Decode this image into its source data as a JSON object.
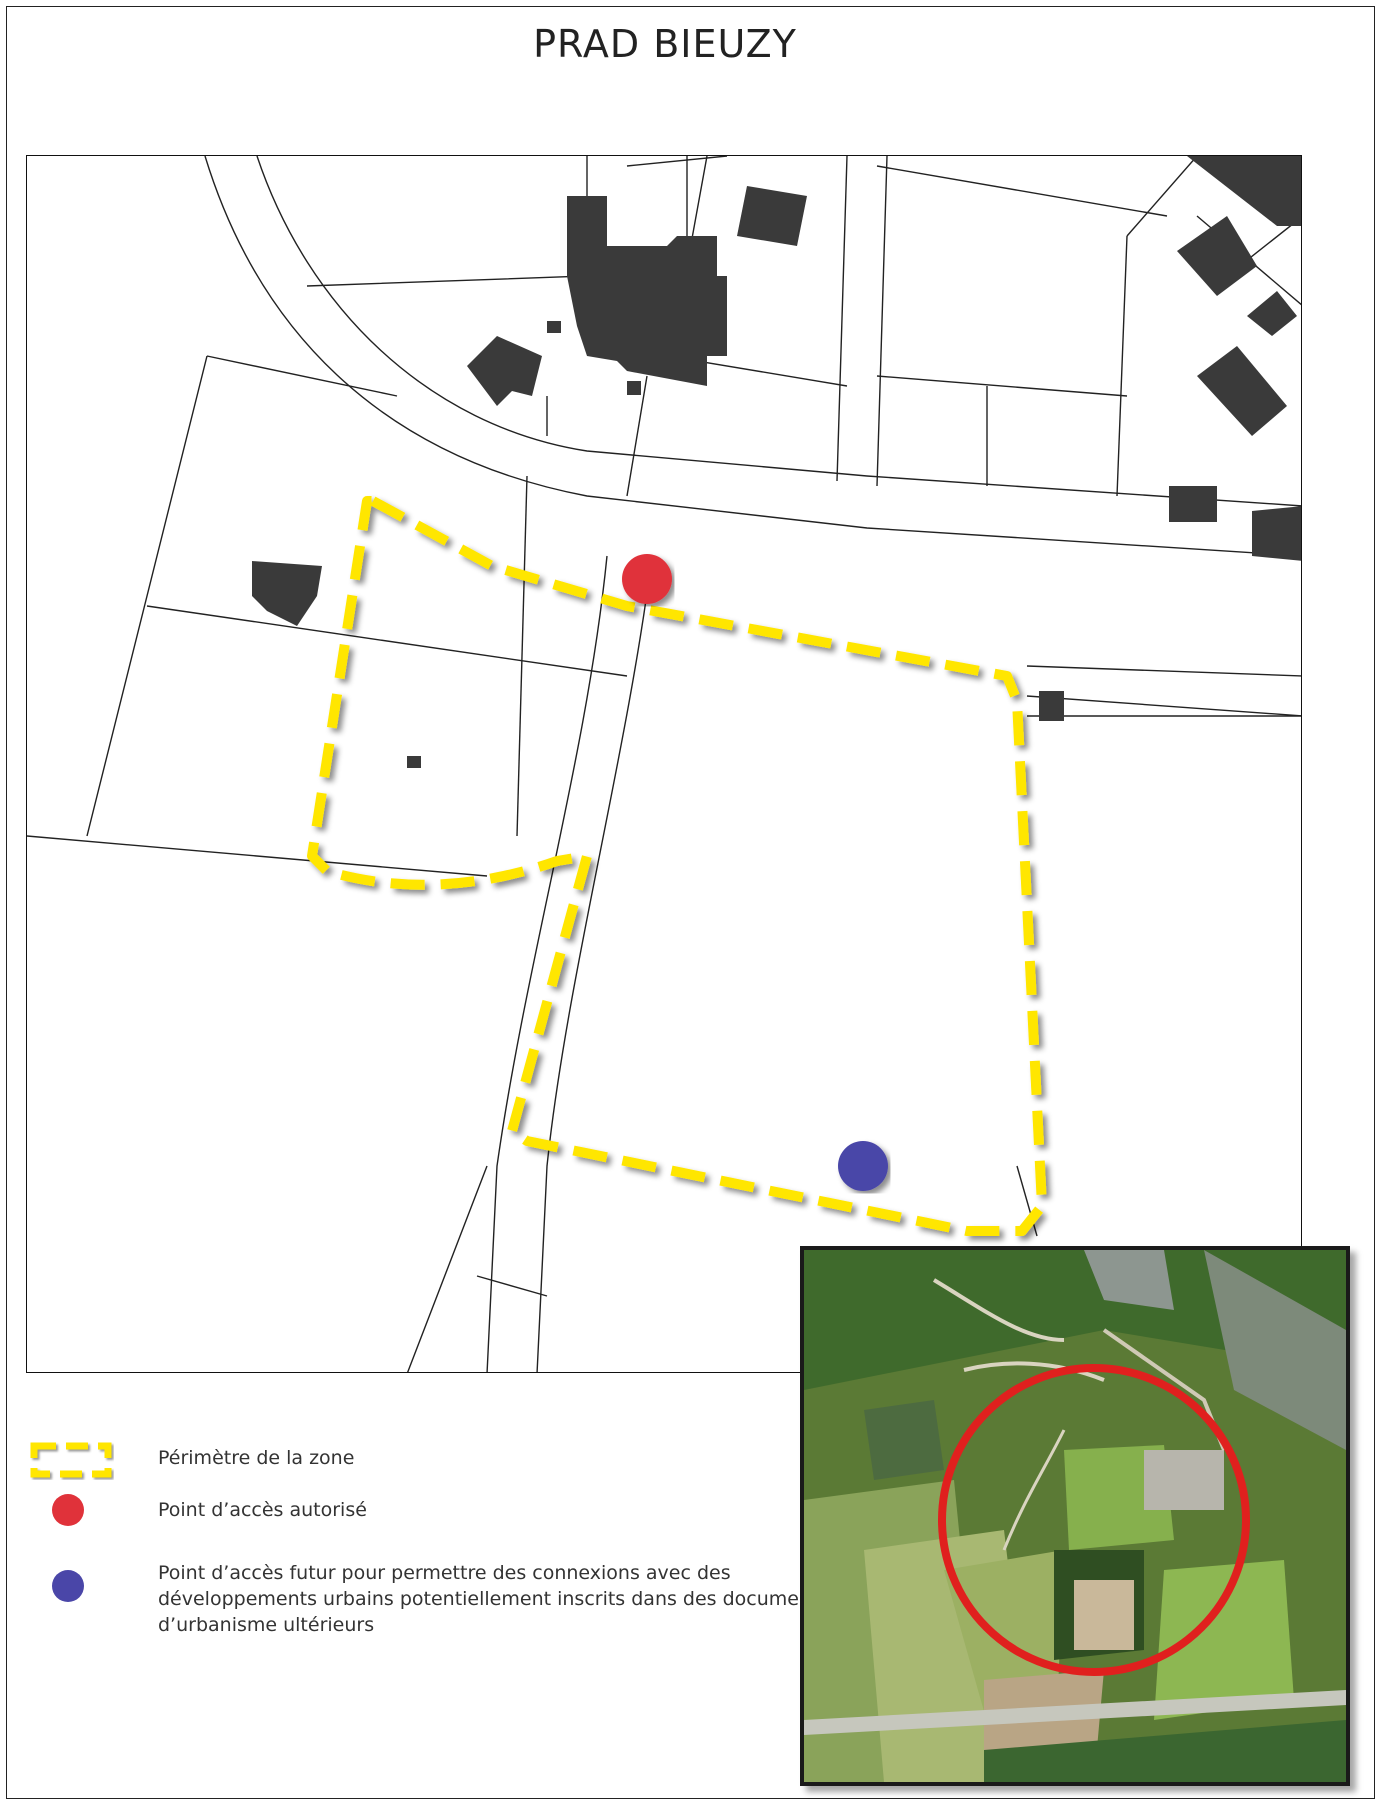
{
  "title": "PRAD BIEUZY",
  "colors": {
    "perimeter": "#ffe600",
    "authorized_access": "#e0323a",
    "future_access": "#4a46a8",
    "buildings": "#3a3a3a",
    "inset_circle": "#e0201e"
  },
  "legend": {
    "perimeter_label": "Périmètre de la zone",
    "authorized_label": "Point d’accès autorisé",
    "future_label": "Point d’accès futur pour permettre des connexions avec des développements urbains potentiellement inscrits dans des documents d’urbanisme ultérieurs"
  },
  "inset": {
    "description_icon": "aerial-photo"
  }
}
